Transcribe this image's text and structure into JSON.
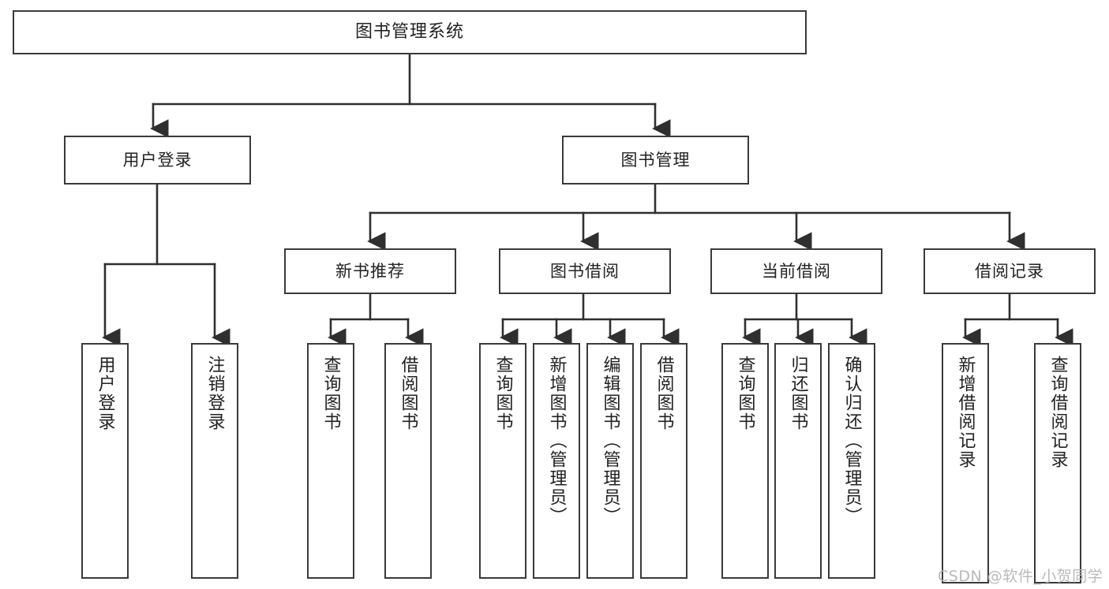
{
  "diagram": {
    "type": "tree-hierarchy",
    "title": "图书管理系统",
    "root": {
      "label": "图书管理系统"
    },
    "level2": [
      {
        "id": "user-login",
        "label": "用户登录"
      },
      {
        "id": "book-management",
        "label": "图书管理"
      }
    ],
    "level3": [
      {
        "id": "new-book-recommend",
        "label": "新书推荐",
        "parent": "book-management"
      },
      {
        "id": "book-borrow",
        "label": "图书借阅",
        "parent": "book-management"
      },
      {
        "id": "current-borrow",
        "label": "当前借阅",
        "parent": "book-management"
      },
      {
        "id": "borrow-record",
        "label": "借阅记录",
        "parent": "book-management"
      }
    ],
    "leaves": {
      "user-login": [
        {
          "id": "leaf-user-login",
          "label": "用户登录"
        },
        {
          "id": "leaf-logout-login",
          "label": "注销登录"
        }
      ],
      "new-book-recommend": [
        {
          "id": "leaf-query-book-1",
          "label": "查询图书"
        },
        {
          "id": "leaf-borrow-book-1",
          "label": "借阅图书"
        }
      ],
      "book-borrow": [
        {
          "id": "leaf-query-book-2",
          "label": "查询图书"
        },
        {
          "id": "leaf-add-book",
          "label": "新增图书（管理员）"
        },
        {
          "id": "leaf-edit-book",
          "label": "编辑图书（管理员）"
        },
        {
          "id": "leaf-borrow-book-2",
          "label": "借阅图书"
        }
      ],
      "current-borrow": [
        {
          "id": "leaf-query-book-3",
          "label": "查询图书"
        },
        {
          "id": "leaf-return-book",
          "label": "归还图书"
        },
        {
          "id": "leaf-confirm-return",
          "label": "确认归还（管理员）"
        }
      ],
      "borrow-record": [
        {
          "id": "leaf-add-record",
          "label": "新增借阅记录"
        },
        {
          "id": "leaf-query-record",
          "label": "查询借阅记录"
        }
      ]
    },
    "style": {
      "box_border_color": "#3a3a3a",
      "box_fill_color": "#ffffff",
      "edge_color": "#2f2f2f",
      "text_color": "#222222",
      "background": "#ffffff"
    }
  },
  "watermark": {
    "text": "CSDN @软件_小贺同学",
    "color": "#b9b9b9"
  }
}
